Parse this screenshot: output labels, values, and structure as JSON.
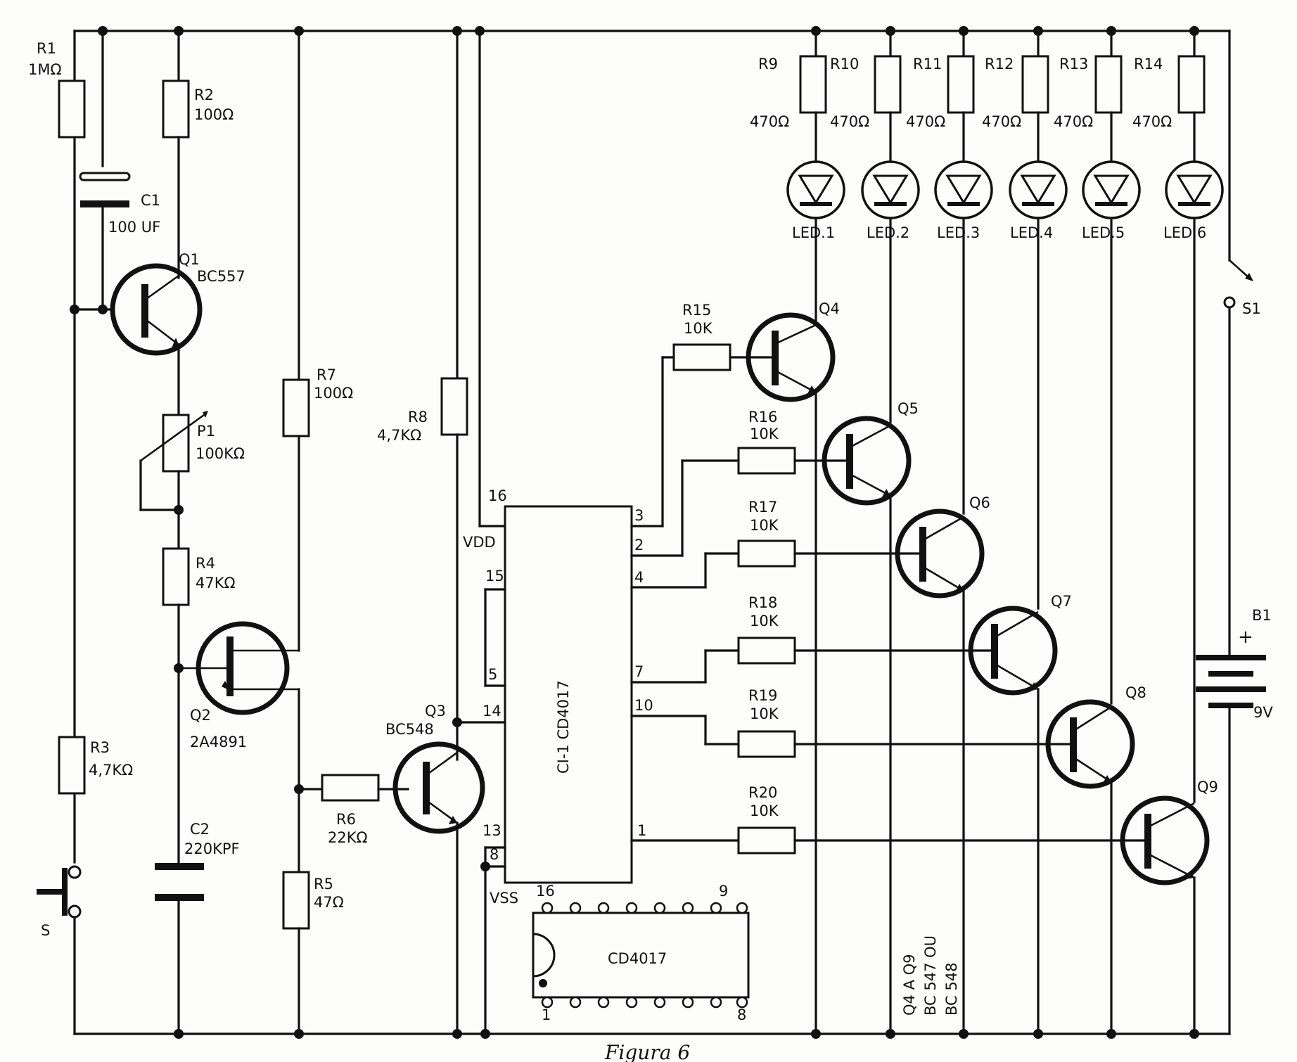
{
  "diagram": {
    "caption": "Figura 6",
    "power": {
      "switch": "S1",
      "battery": "B1",
      "battery_plus": "+",
      "battery_voltage": "9V"
    },
    "button": "S",
    "resistors": [
      {
        "id": "R1",
        "value": "1MΩ"
      },
      {
        "id": "R2",
        "value": "100Ω"
      },
      {
        "id": "R3",
        "value": "4,7KΩ"
      },
      {
        "id": "R4",
        "value": "47KΩ"
      },
      {
        "id": "R5",
        "value": "47Ω"
      },
      {
        "id": "R6",
        "value": "22KΩ"
      },
      {
        "id": "R7",
        "value": "100Ω"
      },
      {
        "id": "R8",
        "value": "4,7KΩ"
      },
      {
        "id": "R9",
        "value": "470Ω"
      },
      {
        "id": "R10",
        "value": "470Ω"
      },
      {
        "id": "R11",
        "value": "470Ω"
      },
      {
        "id": "R12",
        "value": "470Ω"
      },
      {
        "id": "R13",
        "value": "470Ω"
      },
      {
        "id": "R14",
        "value": "470Ω"
      },
      {
        "id": "R15",
        "value": "10K"
      },
      {
        "id": "R16",
        "value": "10K"
      },
      {
        "id": "R17",
        "value": "10K"
      },
      {
        "id": "R18",
        "value": "10K"
      },
      {
        "id": "R19",
        "value": "10K"
      },
      {
        "id": "R20",
        "value": "10K"
      }
    ],
    "capacitors": [
      {
        "id": "C1",
        "value": "100 UF"
      },
      {
        "id": "C2",
        "value": "220KPF"
      }
    ],
    "potentiometer": {
      "id": "P1",
      "value": "100KΩ"
    },
    "transistors": [
      {
        "id": "Q1",
        "type": "BC557"
      },
      {
        "id": "Q2",
        "type": "2A4891"
      },
      {
        "id": "Q3",
        "type": "BC548"
      },
      {
        "id": "Q4"
      },
      {
        "id": "Q5"
      },
      {
        "id": "Q6"
      },
      {
        "id": "Q7"
      },
      {
        "id": "Q8"
      },
      {
        "id": "Q9"
      }
    ],
    "leds": [
      "LED.1",
      "LED.2",
      "LED.3",
      "LED.4",
      "LED.5",
      "LED.6"
    ],
    "ic": {
      "name": "CI-1 CD4017",
      "vdd": "VDD",
      "vss": "VSS",
      "left_pins": [
        "16",
        "15",
        "5",
        "14",
        "13",
        "8"
      ],
      "right_pins": [
        "3",
        "2",
        "4",
        "7",
        "10",
        "1"
      ],
      "package_label": "CD4017",
      "package_pins": [
        "16",
        "9",
        "1",
        "8"
      ]
    },
    "note": [
      "Q4 A Q9",
      "BC 547  OU",
      "BC 548"
    ]
  }
}
